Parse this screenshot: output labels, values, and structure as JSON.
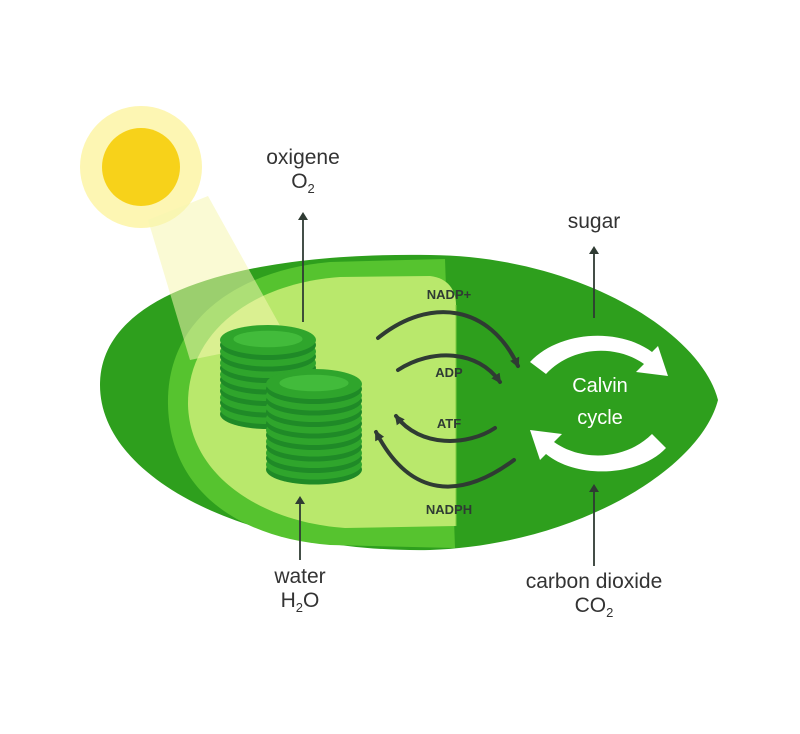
{
  "labels": {
    "oxygen_name": "oxigene",
    "oxygen_formula_main": "O",
    "oxygen_formula_sub": "2",
    "sugar": "sugar",
    "water_name": "water",
    "water_formula_pre": "H",
    "water_formula_sub": "2",
    "water_formula_post": "O",
    "co2_name": "carbon dioxide",
    "co2_formula_main": "CO",
    "co2_formula_sub": "2"
  },
  "molecules": {
    "nadp": "NADP+",
    "adp": "ADP",
    "atf": "ATF",
    "nadph": "NADPH"
  },
  "calvin": {
    "line1": "Calvin",
    "line2": "cycle"
  },
  "colors": {
    "sun_core": "#f7d21a",
    "sun_halo": "#fdf6b3",
    "outer_green": "#2e9f1d",
    "mid_green": "#56c32f",
    "stroma_green": "#b9e86c",
    "thylakoid_top": "#2fa52c",
    "thylakoid_side": "#1f8a27",
    "arrow_dark": "#2f3b33",
    "text": "#333333"
  }
}
